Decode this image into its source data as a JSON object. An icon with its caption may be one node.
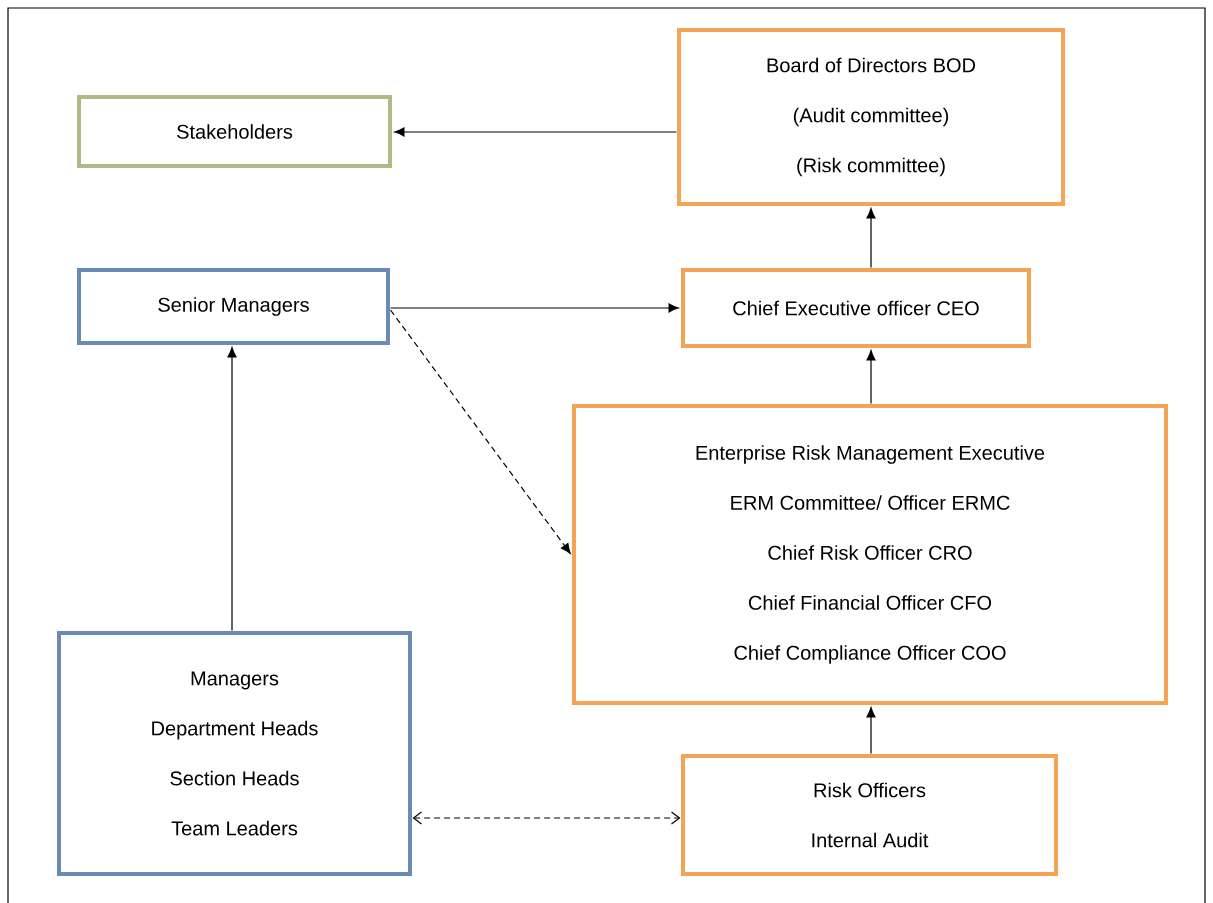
{
  "diagram": {
    "nodes": [
      {
        "text": [
          "Stakeholders"
        ]
      },
      {
        "text": [
          "Board of Directors BOD",
          "(Audit committee)",
          "(Risk committee)"
        ]
      },
      {
        "text": [
          "Senior Managers"
        ]
      },
      {
        "text": [
          "Chief Executive officer CEO"
        ]
      },
      {
        "text": [
          "Enterprise Risk Management Executive",
          "ERM Committee/ Officer ERMC",
          "Chief Risk Officer CRO",
          "Chief Financial Officer CFO",
          "Chief Compliance Officer COO"
        ]
      },
      {
        "text": [
          "Managers",
          "Department Heads",
          "Section Heads",
          "Team Leaders"
        ]
      },
      {
        "text": [
          "Risk Officers",
          "Internal Audit"
        ]
      }
    ],
    "edges": [
      {
        "from": 1,
        "to": 0,
        "arrow": "to"
      },
      {
        "from": 2,
        "to": 3,
        "arrow": "to"
      },
      {
        "from": 3,
        "to": 1,
        "arrow": "to"
      },
      {
        "from": 4,
        "to": 3,
        "arrow": "to"
      },
      {
        "from": 2,
        "to": 4,
        "arrow": "to",
        "style": "dashed"
      },
      {
        "from": 5,
        "to": 2,
        "arrow": "to"
      },
      {
        "from": 6,
        "to": 4,
        "arrow": "to"
      },
      {
        "from": 5,
        "to": 6,
        "arrow": "both",
        "style": "dashed"
      }
    ]
  }
}
